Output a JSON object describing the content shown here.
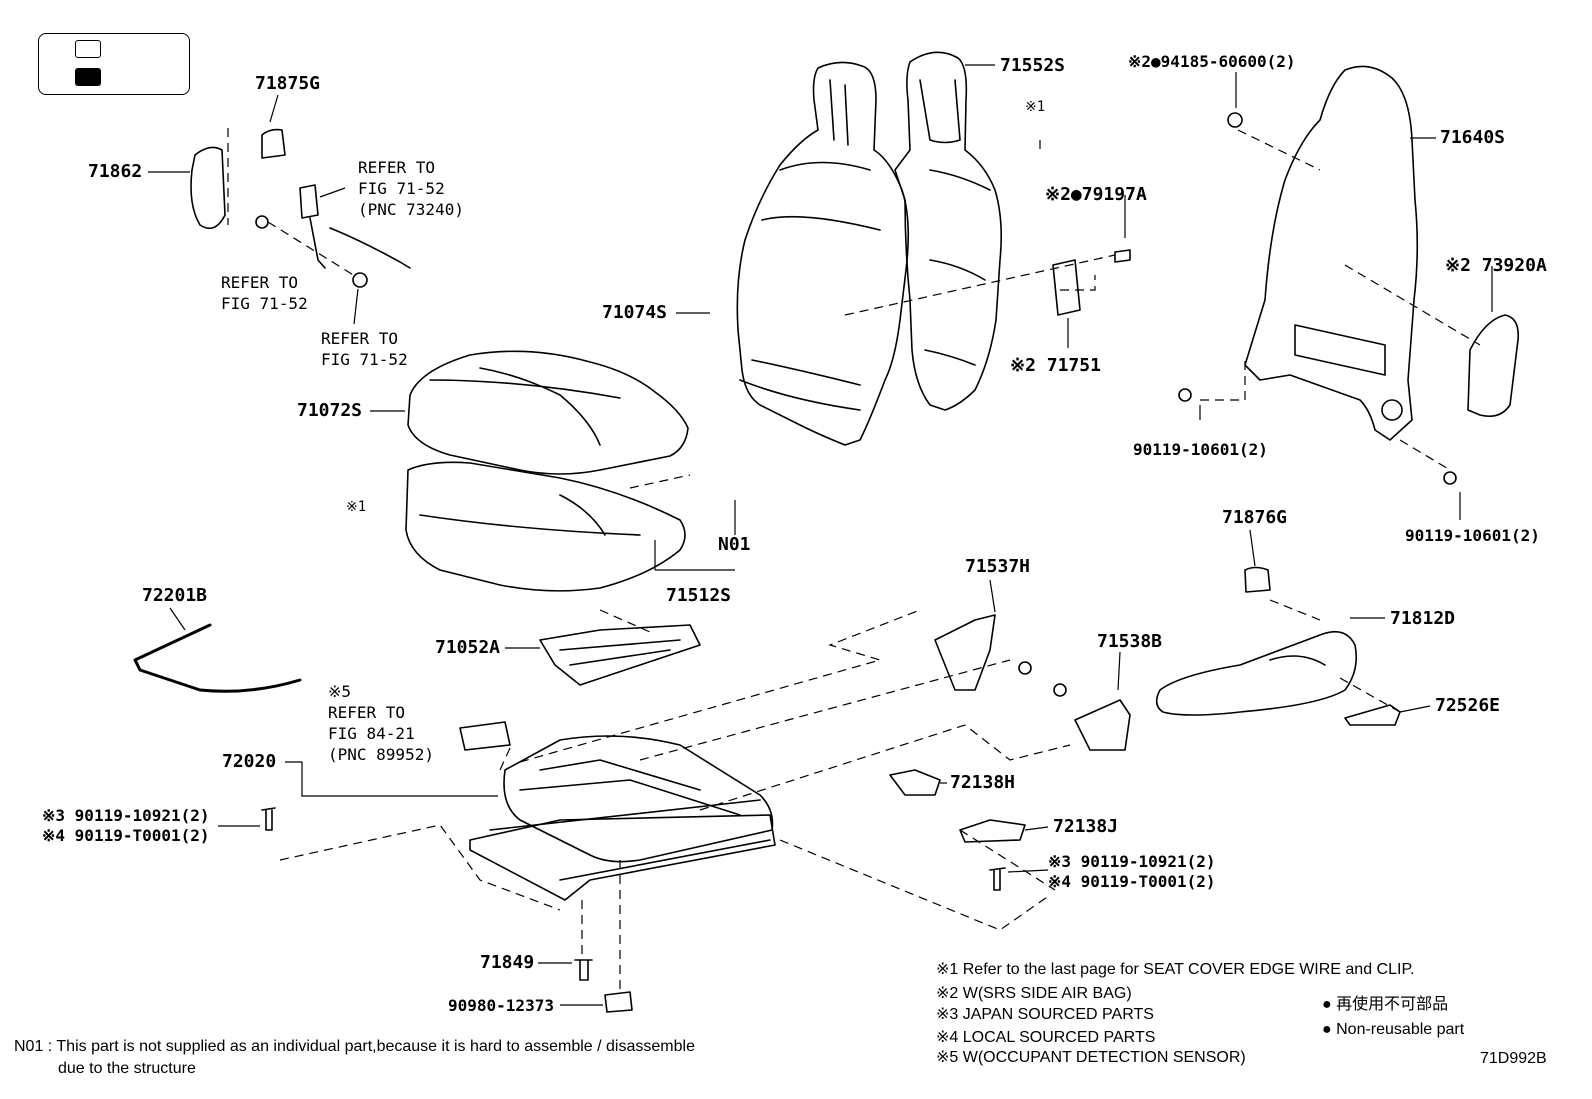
{
  "parts": [
    {
      "id": "71875G",
      "label": "71875G"
    },
    {
      "id": "71862",
      "label": "71862"
    },
    {
      "id": "71552S",
      "label": "71552S"
    },
    {
      "id": "71074S",
      "label": "71074S"
    },
    {
      "id": "71072S",
      "label": "71072S"
    },
    {
      "id": "71751",
      "label": "※2 71751"
    },
    {
      "id": "79197A",
      "label": "※2●79197A"
    },
    {
      "id": "94185",
      "label": "※2●94185-60600(2)"
    },
    {
      "id": "71640S",
      "label": "71640S"
    },
    {
      "id": "73920A",
      "label": "※2 73920A"
    },
    {
      "id": "90119-a",
      "label": "90119-10601(2)"
    },
    {
      "id": "90119-b",
      "label": "90119-10601(2)"
    },
    {
      "id": "N01",
      "label": "N01"
    },
    {
      "id": "71512S",
      "label": "71512S"
    },
    {
      "id": "71052A",
      "label": "71052A"
    },
    {
      "id": "72201B",
      "label": "72201B"
    },
    {
      "id": "71537H",
      "label": "71537H"
    },
    {
      "id": "71876G",
      "label": "71876G"
    },
    {
      "id": "71812D",
      "label": "71812D"
    },
    {
      "id": "71538B",
      "label": "71538B"
    },
    {
      "id": "72526E",
      "label": "72526E"
    },
    {
      "id": "72020",
      "label": "72020"
    },
    {
      "id": "72138H",
      "label": "72138H"
    },
    {
      "id": "72138J",
      "label": "72138J"
    },
    {
      "id": "71849",
      "label": "71849"
    },
    {
      "id": "90980",
      "label": "90980-12373"
    },
    {
      "id": "bolt-left-3",
      "label": "※3 90119-10921(2)"
    },
    {
      "id": "bolt-left-4",
      "label": "※4 90119-T0001(2)"
    },
    {
      "id": "bolt-right-3",
      "label": "※3 90119-10921(2)"
    },
    {
      "id": "bolt-right-4",
      "label": "※4 90119-T0001(2)"
    },
    {
      "id": "star1-top",
      "label": "※1"
    },
    {
      "id": "star1-left",
      "label": "※1"
    }
  ],
  "refs": [
    {
      "id": "ref-belt",
      "text": "REFER TO\nFIG 71-52\n(PNC 73240)"
    },
    {
      "id": "ref-fig1",
      "text": "REFER TO\nFIG 71-52"
    },
    {
      "id": "ref-fig2",
      "text": "REFER TO\nFIG 71-52"
    },
    {
      "id": "ref-occupant",
      "text": "※5\nREFER TO\nFIG 84-21\n(PNC 89952)"
    }
  ],
  "notes": [
    "※1  Refer to the last page for SEAT COVER EDGE WIRE and CLIP.",
    "※2  W(SRS SIDE AIR BAG)",
    "※3  JAPAN SOURCED PARTS",
    "※4  LOCAL SOURCED PARTS",
    "※5  W(OCCUPANT DETECTION SENSOR)"
  ],
  "legend_nonreusable_jp": "● 再使用不可部品",
  "legend_nonreusable_en": "● Non-reusable part",
  "footnote_line1": "N01 : This part is not supplied as an individual part,because it is hard to assemble / disassemble",
  "footnote_line2": "due to the structure",
  "diagram_code": "71D992B"
}
